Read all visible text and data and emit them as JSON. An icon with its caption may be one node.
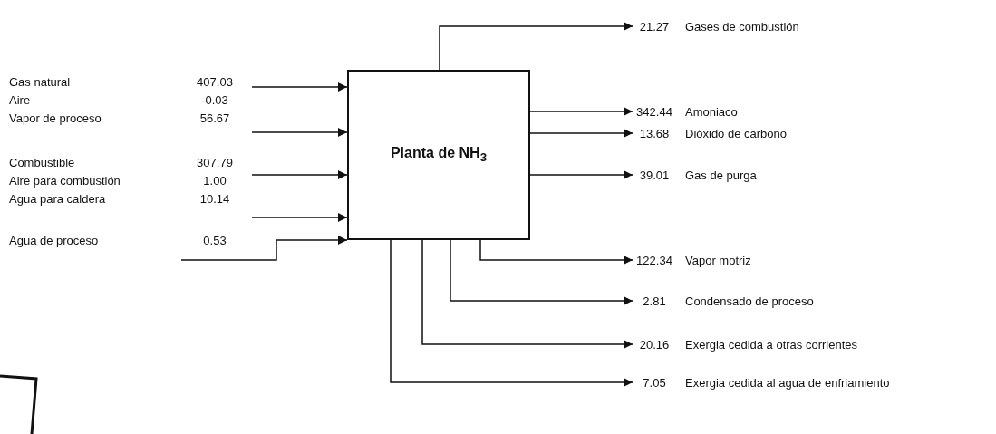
{
  "diagram": {
    "nodes": [
      {
        "text": [
          "Planta de NH$_{3}$"
        ]
      },
      {
        "text": [
          "21.27",
          "Gases de combustión"
        ]
      },
      {
        "text": [
          "342.44",
          "Amoniaco"
        ]
      },
      {
        "text": [
          "13.68",
          "Dióxido de carbono"
        ]
      },
      {
        "text": [
          "39.01",
          "Gas de purga"
        ]
      },
      {
        "text": [
          "122.34",
          "Vapor motriz"
        ]
      },
      {
        "text": [
          "2.81",
          "Condensado de proceso"
        ]
      },
      {
        "text": [
          "20.16",
          "Exergia cedida a otras corrientes"
        ]
      },
      {
        "text": [
          "7.05",
          "Exergia cedida al agua de enfriamiento"
        ]
      },
      {
        "text": [
          "Agua de proceso",
          "0.53"
        ]
      }
    ],
    "edges": [
      {
        "from": null,
        "to": 0,
        "arrow": "to"
      },
      {
        "from": null,
        "to": 0,
        "arrow": "to"
      },
      {
        "from": null,
        "to": 0,
        "arrow": "to"
      },
      {
        "from": null,
        "to": 0,
        "arrow": "to"
      },
      {
        "from": 9,
        "to": 0,
        "arrow": "to"
      },
      {
        "from": 0,
        "to": 1,
        "arrow": "to"
      },
      {
        "from": 0,
        "to": 2,
        "arrow": "to"
      },
      {
        "from": 0,
        "to": 3,
        "arrow": "to"
      },
      {
        "from": 0,
        "to": 4,
        "arrow": "to"
      },
      {
        "from": 0,
        "to": 5,
        "arrow": "to"
      },
      {
        "from": 0,
        "to": 6,
        "arrow": "to"
      },
      {
        "from": 0,
        "to": 7,
        "arrow": "to"
      },
      {
        "from": 0,
        "to": 8,
        "arrow": "to"
      }
    ],
    "labels": [
      "Gas natural",
      "407.03",
      "Aire",
      "-0.03",
      "Vapor de proceso",
      "56.67",
      "Combustible",
      "307.79",
      "Aire para combustión",
      "1.00",
      "Agua para caldera",
      "10.14"
    ]
  }
}
